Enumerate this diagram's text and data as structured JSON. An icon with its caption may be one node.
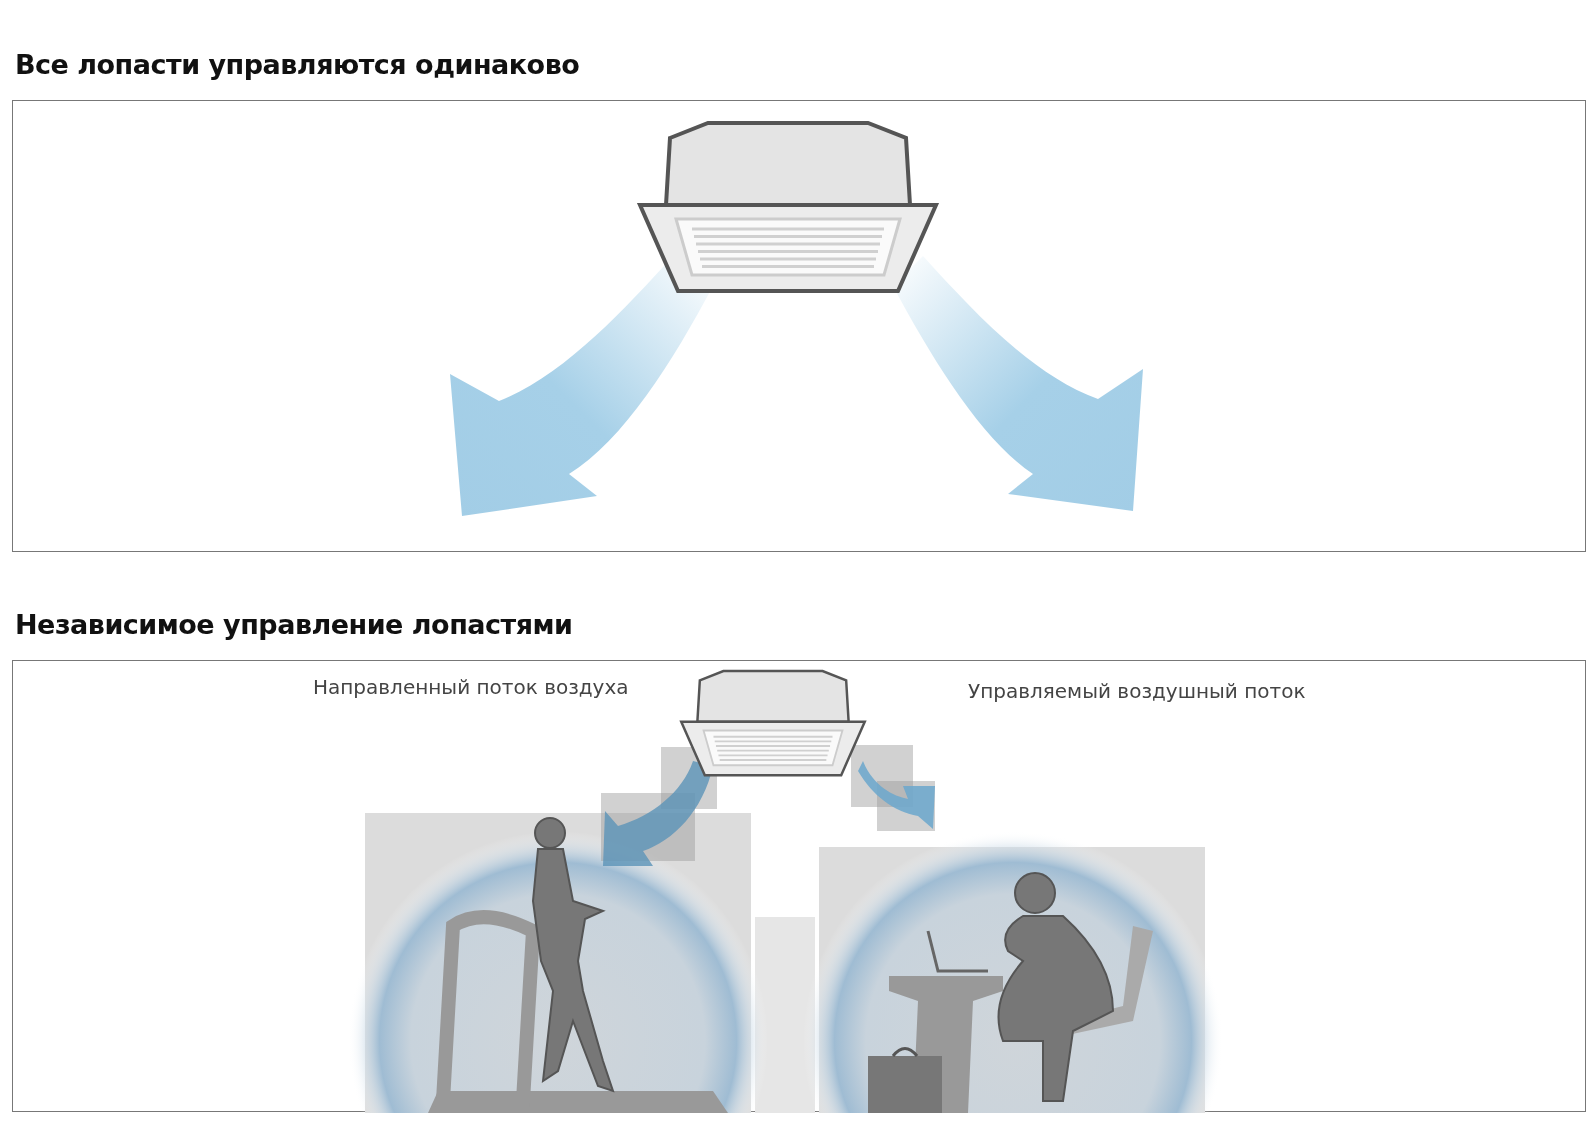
{
  "diagram": {
    "nodes": [
      {
        "text": [
          "Все лопасти управляются одинаково"
        ]
      },
      {
        "text": [
          "Независимое управление лопастями"
        ]
      }
    ],
    "labels": [
      "Направленный поток воздуха",
      "Управляемый воздушный поток"
    ]
  }
}
